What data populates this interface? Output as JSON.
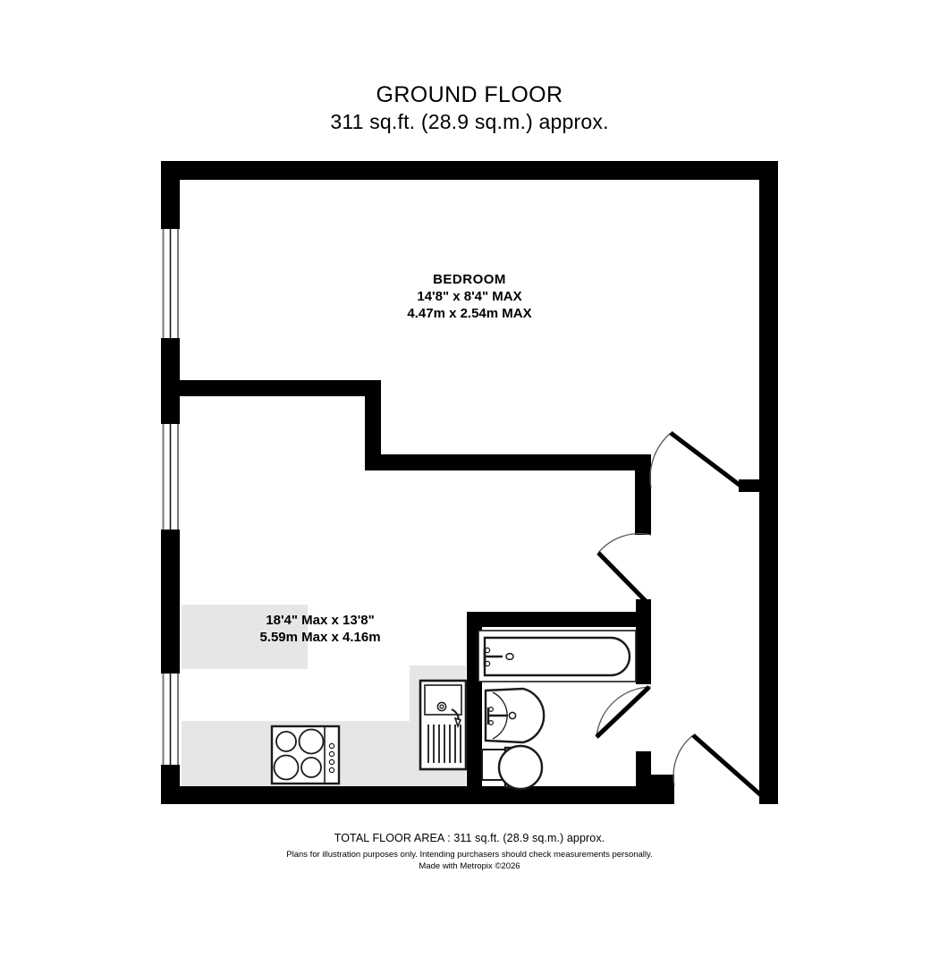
{
  "heading": {
    "title": "GROUND FLOOR",
    "area": "311 sq.ft. (28.9 sq.m.) approx."
  },
  "rooms": {
    "bedroom": {
      "name": "BEDROOM",
      "dim_imperial": "14'8\"  x 8'4\" MAX",
      "dim_metric": "4.47m  x 2.54m MAX"
    },
    "living": {
      "name": "",
      "dim_imperial": "18'4\" Max x 13'8\"",
      "dim_metric": "5.59m Max x 4.16m"
    }
  },
  "fixtures": {
    "bath": "bath-icon",
    "washbasin": "washbasin-icon",
    "toilet": "toilet-icon",
    "hob": "hob-icon",
    "sink": "sink-icon"
  },
  "openings": {
    "window_left_upper": "window-icon",
    "window_left_middle": "window-icon",
    "window_left_lower": "window-icon",
    "door_bedroom": "door-icon",
    "door_hall": "door-icon",
    "door_bathroom": "door-icon",
    "door_entrance": "door-icon"
  },
  "footer": {
    "total": "TOTAL FLOOR AREA : 311 sq.ft. (28.9 sq.m.) approx.",
    "disclaimer_line1": "Plans for illustration purposes only. Intending purchasers should check measurements personally.",
    "disclaimer_line2": "Made with Metropix ©2026"
  },
  "colors": {
    "wall": "#000000",
    "background": "#ffffff",
    "floor_shade": "#e6e6e6",
    "fixture_outline": "#1a1a1a",
    "door_arc": "#555555"
  }
}
